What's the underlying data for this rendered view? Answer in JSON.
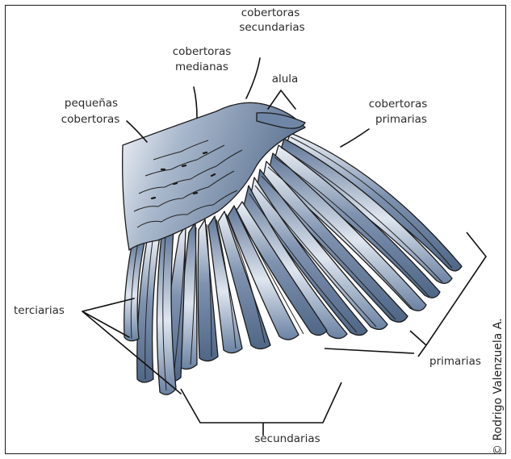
{
  "labels": {
    "cobertoras_secundarias": [
      "cobertoras",
      "secundarias"
    ],
    "cobertoras_medianas": [
      "cobertoras",
      "medianas"
    ],
    "alula": "alula",
    "pequenas_cobertoras": [
      "pequeñas",
      "cobertoras"
    ],
    "cobertoras_primarias": [
      "cobertoras",
      "primarias"
    ],
    "terciarias": "terciarias",
    "primarias": "primarias",
    "secundarias": "secundarias"
  },
  "credit": "© Rodrigo Valenzuela A.",
  "colors": {
    "feather_dark": "#5d7494",
    "feather_light": "#eef2f7",
    "line": "#111111",
    "text": "#2b2b2b"
  }
}
